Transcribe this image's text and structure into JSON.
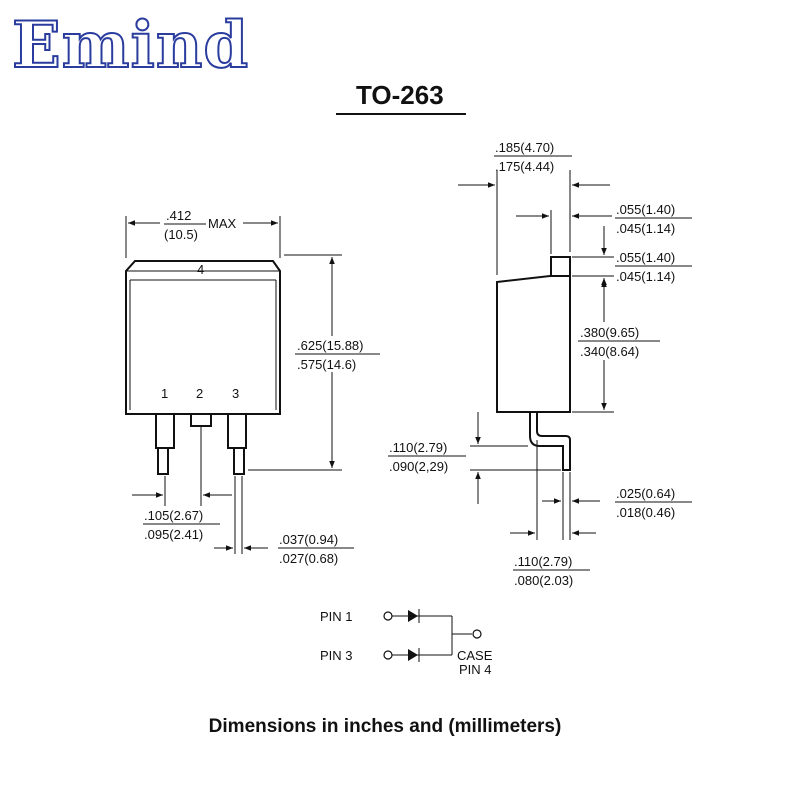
{
  "brand": {
    "logo_text": "Emind",
    "color": "#2a3c9e"
  },
  "title": "TO-263",
  "caption": "Dimensions in inches and (millimeters)",
  "front_view": {
    "tab_pin": "4",
    "pins": [
      "1",
      "2",
      "3"
    ],
    "width_in": ".412",
    "width_mm": "(10.5)",
    "width_suffix": "MAX",
    "height_in": ".625(15.88)",
    "height_mm": ".575(14.6)",
    "pitch_in": ".105(2.67)",
    "pitch_mm": ".095(2.41)",
    "lead_width_in": ".037(0.94)",
    "lead_width_mm": ".027(0.68)"
  },
  "side_view": {
    "thickness_in": ".185(4.70)",
    "thickness_mm": ".175(4.44)",
    "tab_width_in": ".055(1.40)",
    "tab_width_mm": ".045(1.14)",
    "tab_height_in": ".055(1.40)",
    "tab_height_mm": ".045(1.14)",
    "body_height_in": ".380(9.65)",
    "body_height_mm": ".340(8.64)",
    "lead_drop_in": ".110(2.79)",
    "lead_drop_mm": ".090(2,29)",
    "lead_thickness_in": ".025(0.64)",
    "lead_thickness_mm": ".018(0.46)",
    "lead_length_in": ".110(2.79)",
    "lead_length_mm": ".080(2.03)"
  },
  "schematic": {
    "pin1_label": "PIN 1",
    "pin3_label": "PIN 3",
    "case_label": "CASE",
    "case_pin_label": "PIN 4"
  }
}
